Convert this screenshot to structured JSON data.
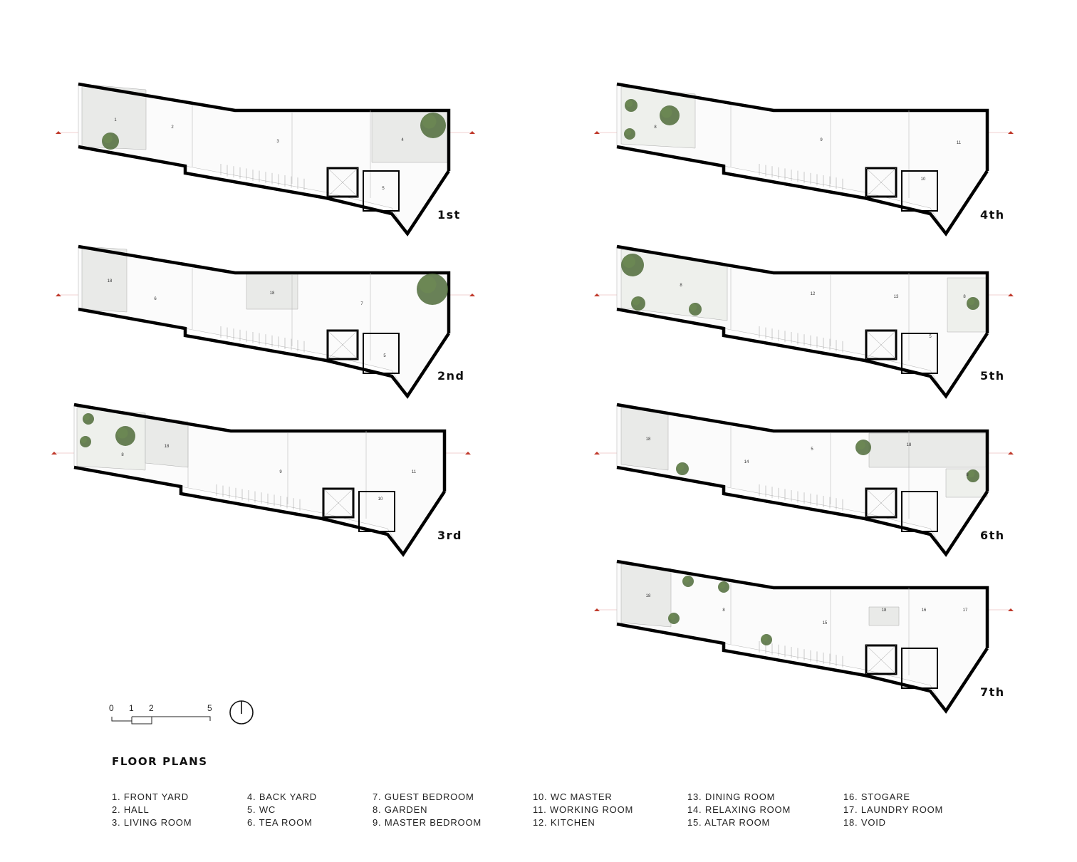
{
  "title": "FLOOR PLANS",
  "floors": [
    {
      "label": "1st",
      "rooms": [
        "1",
        "2",
        "3",
        "4",
        "5"
      ]
    },
    {
      "label": "2nd",
      "rooms": [
        "18",
        "6",
        "18",
        "7",
        "5"
      ]
    },
    {
      "label": "3rd",
      "rooms": [
        "8",
        "18",
        "9",
        "10",
        "11"
      ]
    },
    {
      "label": "4th",
      "rooms": [
        "8",
        "9",
        "10",
        "11"
      ]
    },
    {
      "label": "5th",
      "rooms": [
        "8",
        "12",
        "13",
        "8",
        "5"
      ]
    },
    {
      "label": "6th",
      "rooms": [
        "18",
        "14",
        "5",
        "18",
        "8"
      ]
    },
    {
      "label": "7th",
      "rooms": [
        "18",
        "8",
        "15",
        "18",
        "16",
        "17"
      ]
    }
  ],
  "scale_bar": {
    "ticks": [
      "0",
      "1",
      "2",
      "5"
    ]
  },
  "legend": [
    [
      "1. FRONT YARD",
      "2. HALL",
      "3. LIVING ROOM"
    ],
    [
      "4. BACK YARD",
      "5. WC",
      "6. TEA ROOM"
    ],
    [
      "7. GUEST BEDROOM",
      "8. GARDEN",
      "9. MASTER BEDROOM"
    ],
    [
      "10. WC MASTER",
      "11. WORKING ROOM",
      "12. KITCHEN"
    ],
    [
      "13. DINING ROOM",
      "14. RELAXING ROOM",
      "15. ALTAR ROOM"
    ],
    [
      "16. STOGARE",
      "17. LAUNDRY ROOM",
      "18. VOID"
    ]
  ],
  "colors": {
    "wall": "#000000",
    "void_fill": "#e9eae8",
    "garden_fill": "#eef0ec",
    "tree": "#4f6b3a",
    "section_mark": "#c0392b"
  }
}
